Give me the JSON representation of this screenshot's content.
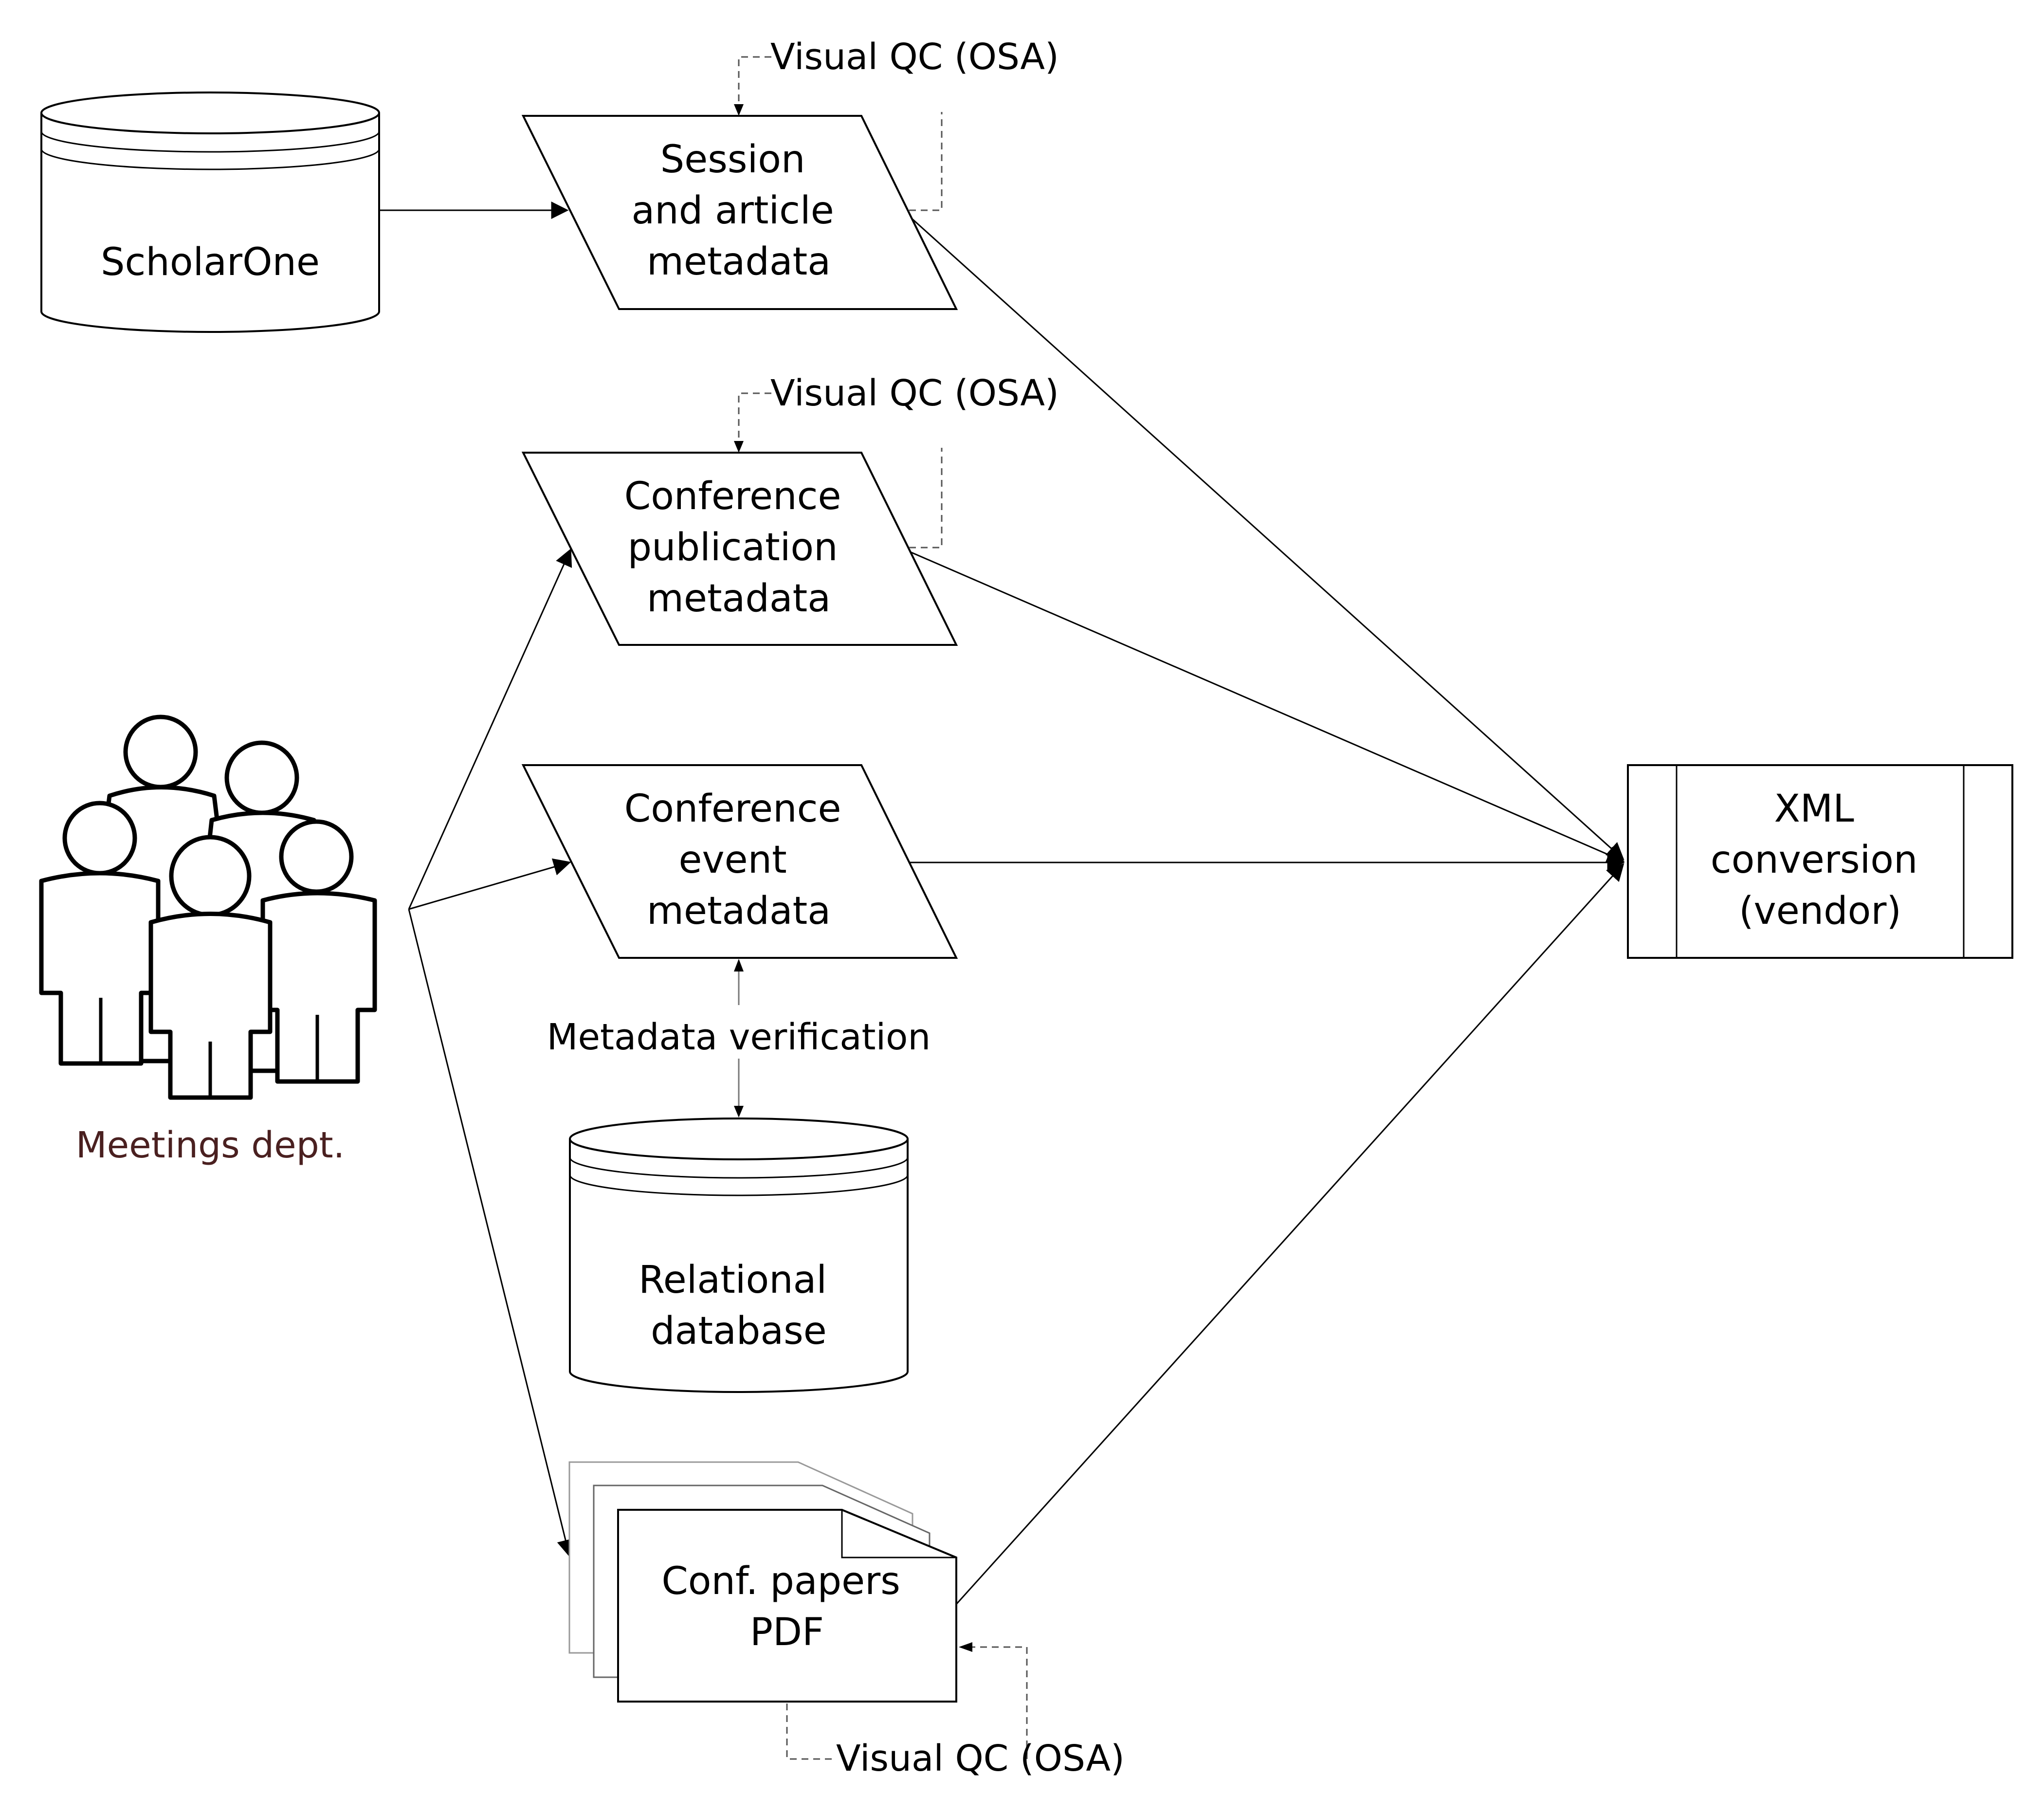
{
  "nodes": {
    "scholarone": {
      "lines": [
        "ScholarOne"
      ]
    },
    "session_metadata": {
      "lines": [
        "Session",
        "and article",
        "metadata"
      ]
    },
    "conf_pub_metadata": {
      "lines": [
        "Conference",
        "publication",
        "metadata"
      ]
    },
    "conf_event_metadata": {
      "lines": [
        "Conference",
        "event",
        "metadata"
      ]
    },
    "relational_db": {
      "lines": [
        "Relational",
        "database"
      ]
    },
    "conf_papers": {
      "lines": [
        "Conf. papers",
        "PDF"
      ]
    },
    "xml_conversion": {
      "lines": [
        "XML",
        "conversion",
        "(vendor)"
      ]
    },
    "meetings": {
      "label": "Meetings dept.",
      "icon": "people-group-icon",
      "color": "#4a2020"
    }
  },
  "annotations": {
    "qc_session": "Visual QC (OSA)",
    "qc_pub": "Visual QC (OSA)",
    "qc_papers": "Visual QC (OSA)",
    "metadata_verification": "Metadata verification"
  }
}
